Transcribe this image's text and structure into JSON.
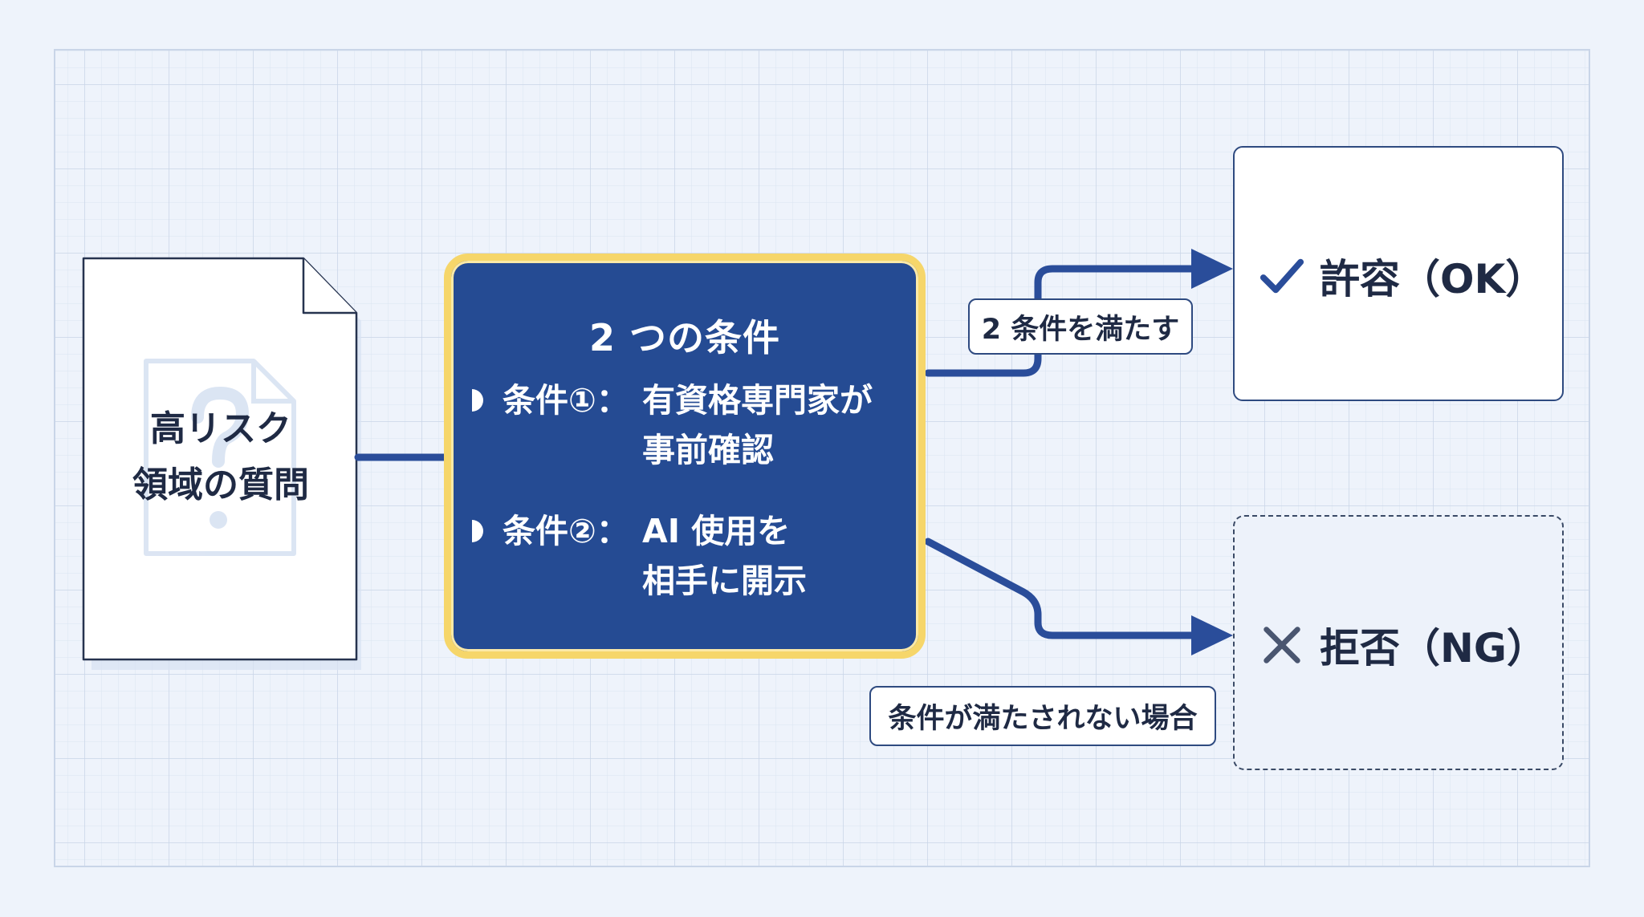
{
  "document": {
    "label_line1": "高リスク",
    "label_line2": "領域の質問",
    "icon": "question-document-icon"
  },
  "conditions": {
    "title": "2 つの条件",
    "items": [
      {
        "label": "条件①：",
        "text_line1": "有資格専門家が",
        "text_line2": "事前確認"
      },
      {
        "label": "条件②：",
        "text_line1": "AI 使用を",
        "text_line2": "相手に開示"
      }
    ]
  },
  "edges": {
    "ok_label": "2 条件を満たす",
    "ng_label": "条件が満たされない場合"
  },
  "outcomes": {
    "ok": {
      "icon": "check-icon",
      "label": "許容（OK）"
    },
    "ng": {
      "icon": "cross-icon",
      "label": "拒否（NG）"
    }
  },
  "colors": {
    "background": "#eef3fb",
    "grid": "#d6e0ef",
    "panel": "#254b93",
    "panel_border": "#f6d66a",
    "connector": "#2a4d9a",
    "text": "#1f2a44"
  }
}
